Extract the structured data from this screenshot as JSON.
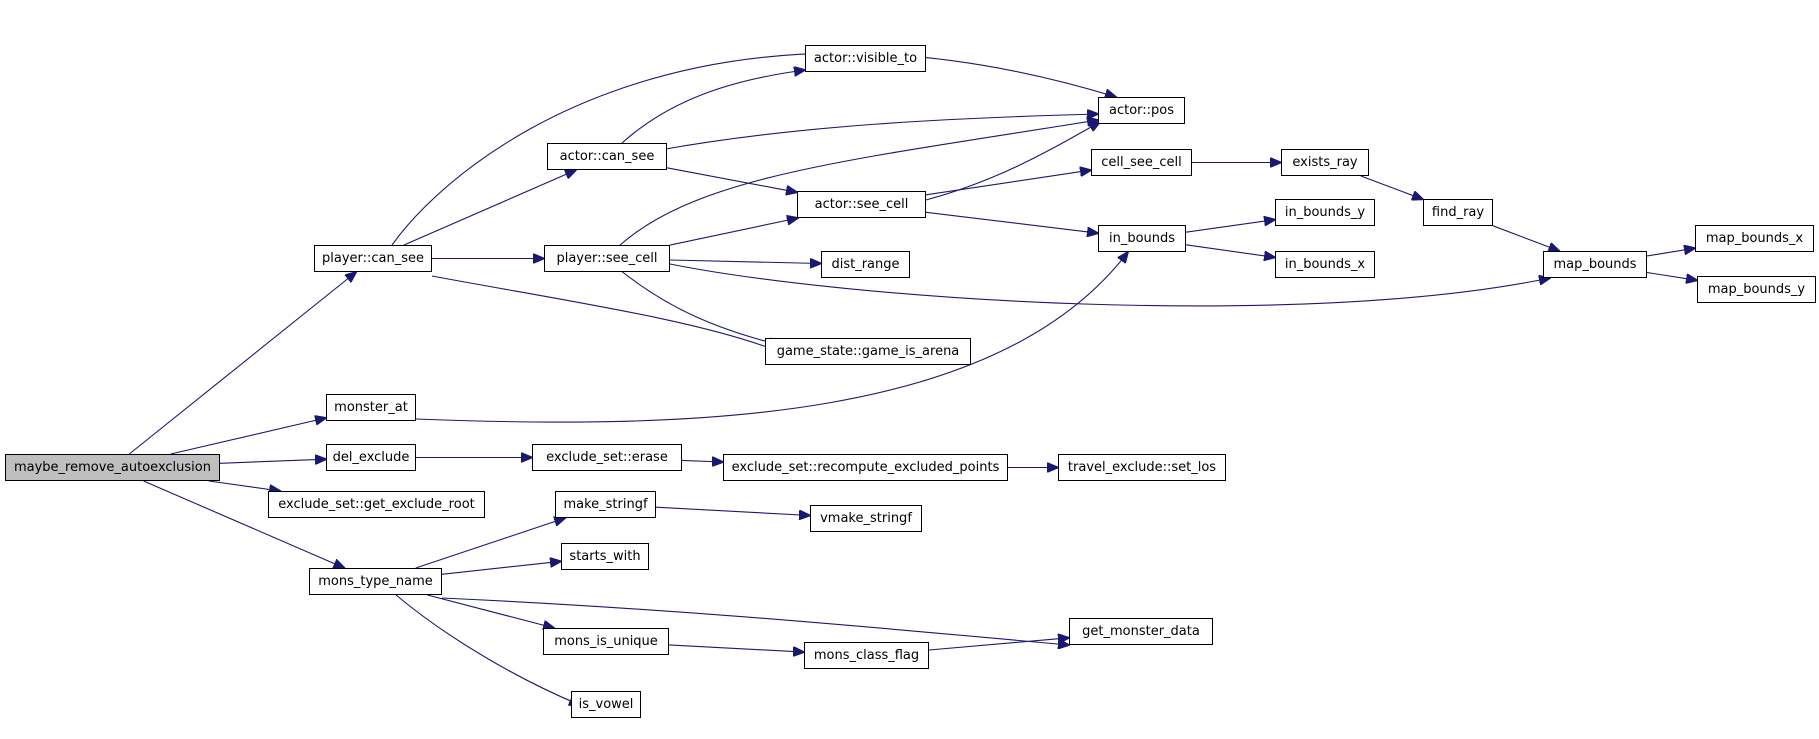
{
  "graph": {
    "edge_color": "#191970",
    "root_fill": "#bfbfbf",
    "nodes": [
      {
        "id": "maybe_remove_autoexclusion",
        "label": "maybe_remove_autoexclusion",
        "root": true
      },
      {
        "id": "player_can_see",
        "label": "player::can_see"
      },
      {
        "id": "monster_at",
        "label": "monster_at"
      },
      {
        "id": "del_exclude",
        "label": "del_exclude"
      },
      {
        "id": "get_exclude_root",
        "label": "exclude_set::get_exclude_root"
      },
      {
        "id": "mons_type_name",
        "label": "mons_type_name"
      },
      {
        "id": "actor_can_see",
        "label": "actor::can_see"
      },
      {
        "id": "player_see_cell",
        "label": "player::see_cell"
      },
      {
        "id": "exclude_erase",
        "label": "exclude_set::erase"
      },
      {
        "id": "make_stringf",
        "label": "make_stringf"
      },
      {
        "id": "starts_with",
        "label": "starts_with"
      },
      {
        "id": "mons_is_unique",
        "label": "mons_is_unique"
      },
      {
        "id": "is_vowel",
        "label": "is_vowel"
      },
      {
        "id": "actor_visible_to",
        "label": "actor::visible_to"
      },
      {
        "id": "actor_see_cell",
        "label": "actor::see_cell"
      },
      {
        "id": "dist_range",
        "label": "dist_range"
      },
      {
        "id": "game_is_arena",
        "label": "game_state::game_is_arena"
      },
      {
        "id": "recompute",
        "label": "exclude_set::recompute_excluded_points"
      },
      {
        "id": "vmake_stringf",
        "label": "vmake_stringf"
      },
      {
        "id": "mons_class_flag",
        "label": "mons_class_flag"
      },
      {
        "id": "actor_pos",
        "label": "actor::pos"
      },
      {
        "id": "cell_see_cell",
        "label": "cell_see_cell"
      },
      {
        "id": "in_bounds",
        "label": "in_bounds"
      },
      {
        "id": "set_los",
        "label": "travel_exclude::set_los"
      },
      {
        "id": "get_monster_data",
        "label": "get_monster_data"
      },
      {
        "id": "exists_ray",
        "label": "exists_ray"
      },
      {
        "id": "in_bounds_y",
        "label": "in_bounds_y"
      },
      {
        "id": "in_bounds_x",
        "label": "in_bounds_x"
      },
      {
        "id": "find_ray",
        "label": "find_ray"
      },
      {
        "id": "map_bounds",
        "label": "map_bounds"
      },
      {
        "id": "map_bounds_x",
        "label": "map_bounds_x"
      },
      {
        "id": "map_bounds_y",
        "label": "map_bounds_y"
      }
    ],
    "edges": [
      {
        "from": "maybe_remove_autoexclusion",
        "to": "player_can_see"
      },
      {
        "from": "maybe_remove_autoexclusion",
        "to": "monster_at"
      },
      {
        "from": "maybe_remove_autoexclusion",
        "to": "del_exclude"
      },
      {
        "from": "maybe_remove_autoexclusion",
        "to": "get_exclude_root"
      },
      {
        "from": "maybe_remove_autoexclusion",
        "to": "mons_type_name"
      },
      {
        "from": "player_can_see",
        "to": "actor_can_see"
      },
      {
        "from": "player_can_see",
        "to": "actor_pos"
      },
      {
        "from": "player_can_see",
        "to": "player_see_cell"
      },
      {
        "from": "player_can_see",
        "to": "game_is_arena"
      },
      {
        "from": "actor_can_see",
        "to": "actor_visible_to"
      },
      {
        "from": "actor_can_see",
        "to": "actor_pos"
      },
      {
        "from": "actor_can_see",
        "to": "actor_see_cell"
      },
      {
        "from": "player_see_cell",
        "to": "actor_pos"
      },
      {
        "from": "player_see_cell",
        "to": "actor_see_cell"
      },
      {
        "from": "player_see_cell",
        "to": "dist_range"
      },
      {
        "from": "player_see_cell",
        "to": "game_is_arena"
      },
      {
        "from": "player_see_cell",
        "to": "map_bounds"
      },
      {
        "from": "actor_see_cell",
        "to": "actor_pos"
      },
      {
        "from": "actor_see_cell",
        "to": "cell_see_cell"
      },
      {
        "from": "actor_see_cell",
        "to": "in_bounds"
      },
      {
        "from": "cell_see_cell",
        "to": "exists_ray"
      },
      {
        "from": "exists_ray",
        "to": "find_ray"
      },
      {
        "from": "find_ray",
        "to": "map_bounds"
      },
      {
        "from": "in_bounds",
        "to": "in_bounds_y"
      },
      {
        "from": "in_bounds",
        "to": "in_bounds_x"
      },
      {
        "from": "map_bounds",
        "to": "map_bounds_x"
      },
      {
        "from": "map_bounds",
        "to": "map_bounds_y"
      },
      {
        "from": "monster_at",
        "to": "in_bounds"
      },
      {
        "from": "del_exclude",
        "to": "exclude_erase"
      },
      {
        "from": "exclude_erase",
        "to": "recompute"
      },
      {
        "from": "recompute",
        "to": "set_los"
      },
      {
        "from": "mons_type_name",
        "to": "make_stringf"
      },
      {
        "from": "mons_type_name",
        "to": "starts_with"
      },
      {
        "from": "mons_type_name",
        "to": "get_monster_data"
      },
      {
        "from": "mons_type_name",
        "to": "mons_is_unique"
      },
      {
        "from": "mons_type_name",
        "to": "is_vowel"
      },
      {
        "from": "make_stringf",
        "to": "vmake_stringf"
      },
      {
        "from": "mons_is_unique",
        "to": "mons_class_flag"
      },
      {
        "from": "mons_class_flag",
        "to": "get_monster_data"
      }
    ]
  }
}
